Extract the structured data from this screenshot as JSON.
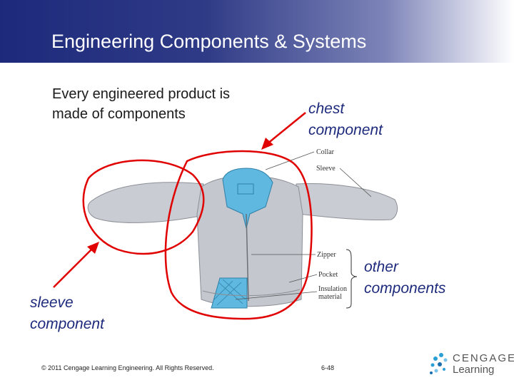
{
  "slide": {
    "title": "Engineering Components & Systems",
    "body_line1": "Every engineered product is",
    "body_line2": "made of components"
  },
  "labels": {
    "chest_line1": "chest",
    "chest_line2": "component",
    "other_line1": "other",
    "other_line2": "components",
    "sleeve_line1": "sleeve",
    "sleeve_line2": "component"
  },
  "diagram_labels": {
    "collar": "Collar",
    "sleeve": "Sleeve",
    "zipper": "Zipper",
    "pocket": "Pocket",
    "insulation_line1": "Insulation",
    "insulation_line2": "material"
  },
  "footer": {
    "copyright": "© 2011 Cengage Learning Engineering. All Rights Reserved.",
    "page": "6-48"
  },
  "logo": {
    "top": "CENGAGE",
    "bottom": "Learning"
  },
  "colors": {
    "title_bar": "#1d2a7c",
    "label_text": "#1d2a7c",
    "annotation": "#e00000",
    "jacket": "#c8cbd1",
    "collar": "#5fb8df"
  }
}
